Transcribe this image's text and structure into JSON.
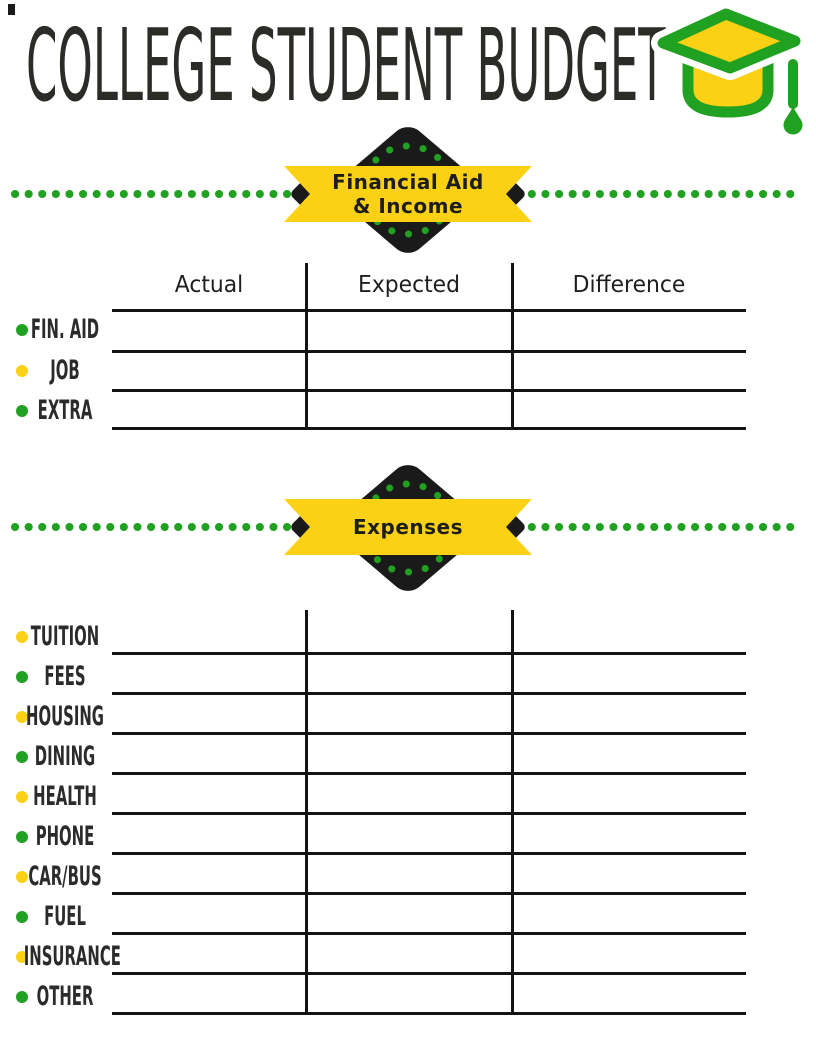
{
  "title": "COLLEGE STUDENT BUDGET",
  "colors": {
    "green": "#21A121",
    "yellow": "#FBD116",
    "ink": "#1A1A1A"
  },
  "icons": {
    "header": "graduation-cap-icon",
    "banner_shape": "black-diamond-with-dotted-circle",
    "divider": "green-dotted-line"
  },
  "sections": [
    {
      "id": "income",
      "banner": {
        "lines": [
          "Financial Aid",
          "& Income"
        ]
      },
      "table": {
        "headers": [
          "Actual",
          "Expected",
          "Difference"
        ],
        "rows": [
          {
            "label": "FIN. AID",
            "bullet": "green"
          },
          {
            "label": "JOB",
            "bullet": "yellow"
          },
          {
            "label": "EXTRA",
            "bullet": "green"
          }
        ]
      }
    },
    {
      "id": "expenses",
      "banner": {
        "lines": [
          "Expenses"
        ]
      },
      "table": {
        "headers": [],
        "rows": [
          {
            "label": "TUITION",
            "bullet": "yellow"
          },
          {
            "label": "FEES",
            "bullet": "green"
          },
          {
            "label": "HOUSING",
            "bullet": "yellow"
          },
          {
            "label": "DINING",
            "bullet": "green"
          },
          {
            "label": "HEALTH",
            "bullet": "yellow"
          },
          {
            "label": "PHONE",
            "bullet": "green"
          },
          {
            "label": "CAR/BUS",
            "bullet": "yellow"
          },
          {
            "label": "FUEL",
            "bullet": "green"
          },
          {
            "label": "INSURANCE",
            "bullet": "yellow"
          },
          {
            "label": "OTHER",
            "bullet": "green"
          }
        ]
      }
    }
  ]
}
